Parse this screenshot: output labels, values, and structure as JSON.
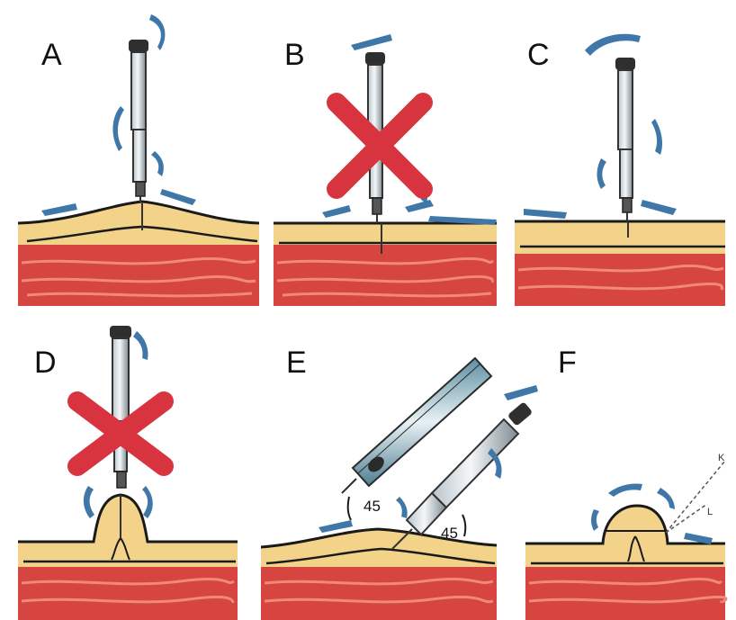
{
  "panels": [
    {
      "label": "A",
      "crossed": false
    },
    {
      "label": "B",
      "crossed": true
    },
    {
      "label": "C",
      "crossed": false
    },
    {
      "label": "D",
      "crossed": true
    },
    {
      "label": "E",
      "crossed": false
    },
    {
      "label": "F",
      "crossed": false
    }
  ],
  "angle_labels": [
    "45",
    "45"
  ],
  "line_labels": [
    "K",
    "L"
  ],
  "colors": {
    "skin": "#f3d28a",
    "skin_edge": "#1a1a1a",
    "muscle": "#d6453f",
    "muscle_line": "#f08a78",
    "arrow": "#3f78a8",
    "cross": "#d8343f",
    "pen_body": "#dfe6ea",
    "needle": "#333333"
  }
}
